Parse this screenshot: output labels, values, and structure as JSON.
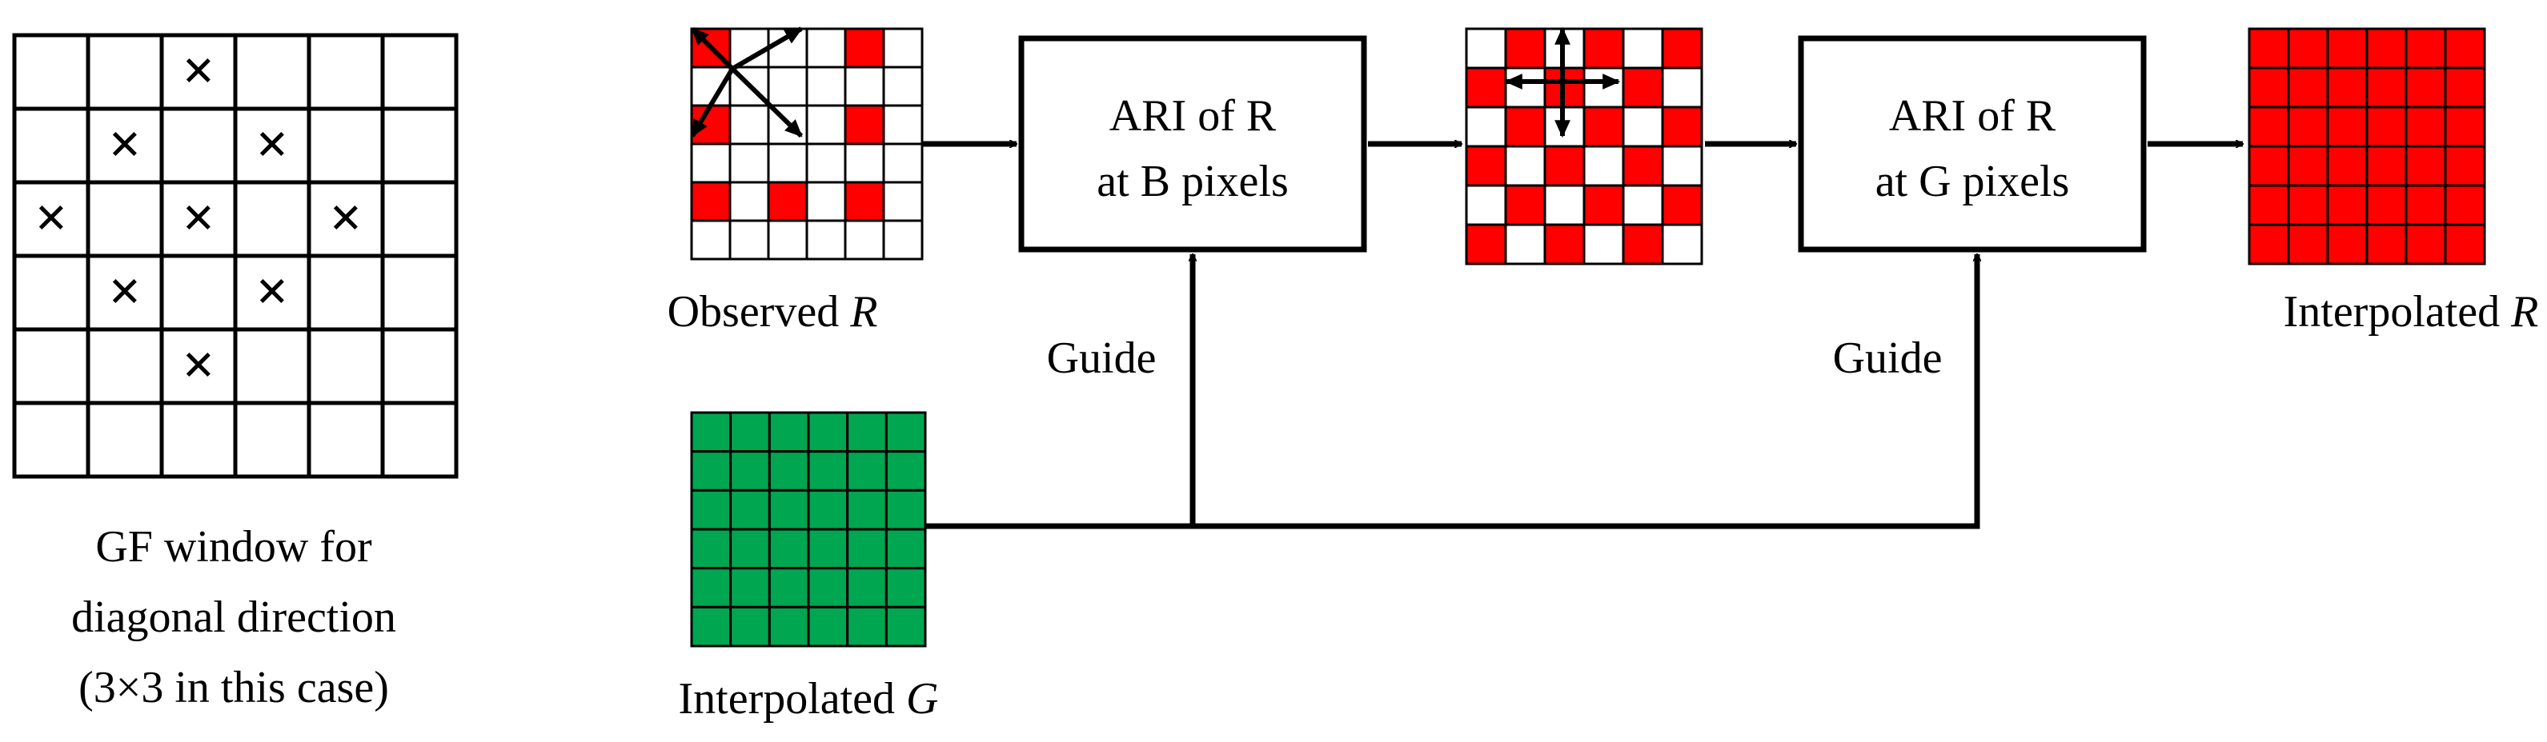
{
  "gf_window": {
    "caption_line1": "GF window for",
    "caption_line2": "diagonal direction",
    "caption_line3": "(3×3 in this case)",
    "rows": 6,
    "cols": 6,
    "marker_symbol": "×",
    "marked_cells": [
      [
        0,
        2
      ],
      [
        1,
        1
      ],
      [
        1,
        3
      ],
      [
        2,
        0
      ],
      [
        2,
        2
      ],
      [
        2,
        4
      ],
      [
        3,
        1
      ],
      [
        3,
        3
      ],
      [
        4,
        2
      ]
    ]
  },
  "observed_r": {
    "label_text": "Observed ",
    "label_var": "R",
    "rows": 6,
    "cols": 6,
    "red_cells": [
      [
        0,
        0
      ],
      [
        0,
        4
      ],
      [
        2,
        0
      ],
      [
        2,
        4
      ],
      [
        4,
        0
      ],
      [
        4,
        2
      ],
      [
        4,
        4
      ]
    ]
  },
  "intermediate": {
    "rows": 6,
    "cols": 6,
    "pattern": "checkerboard-white-at-even-sum"
  },
  "interpolated_g": {
    "label_text": "Interpolated ",
    "label_var": "G",
    "rows": 6,
    "cols": 6
  },
  "interpolated_r": {
    "label_text": "Interpolated ",
    "label_var": "R",
    "rows": 6,
    "cols": 6
  },
  "box1": {
    "line1": "ARI of R",
    "line2": "at B pixels"
  },
  "box2": {
    "line1": "ARI of R",
    "line2": "at G pixels"
  },
  "guide1": "Guide",
  "guide2": "Guide",
  "colors": {
    "red": "#ff0000",
    "green": "#00a650",
    "line": "#000000",
    "background": "#ffffff"
  }
}
